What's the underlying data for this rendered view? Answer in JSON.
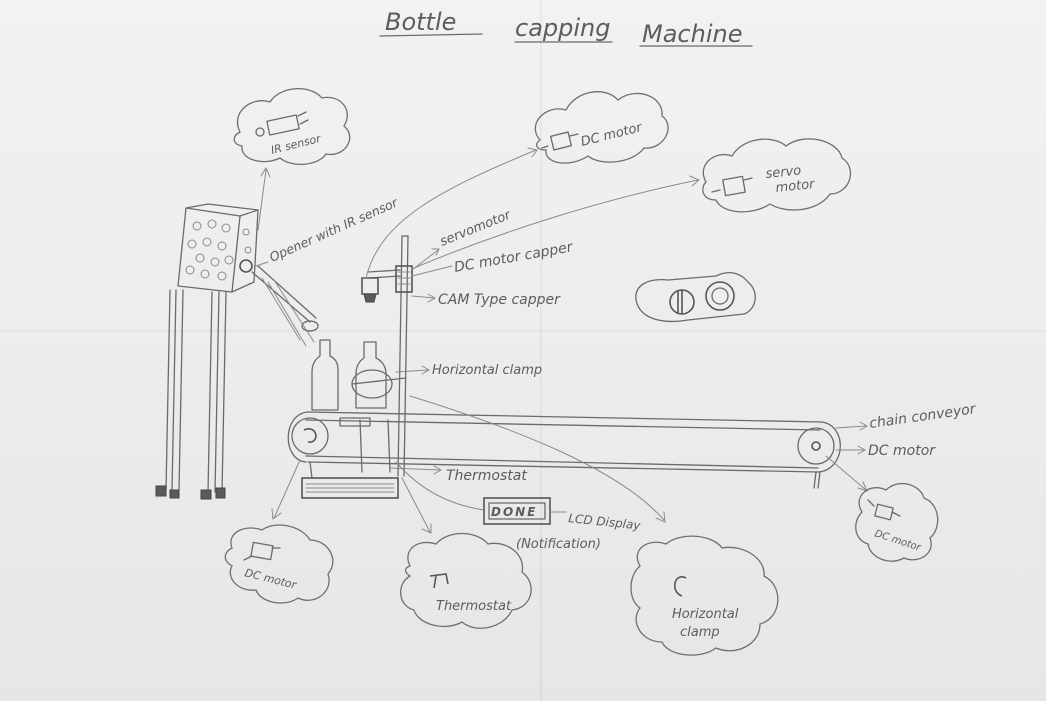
{
  "title": {
    "word1": "Bottle",
    "word2": "capping",
    "word3": "Machine"
  },
  "labels": {
    "opener": "Opener with IR sensor",
    "servomotor": "servomotor",
    "dc_motor_capper": "DC motor capper",
    "cam_capper": "CAM Type capper",
    "horizontal_clamp": "Horizontal clamp",
    "chain_conveyor": "chain conveyor",
    "dc_motor": "DC motor",
    "thermostat": "Thermostat",
    "lcd_display": "LCD Display",
    "notification": "(Notification)"
  },
  "lcd": {
    "text": "DONE"
  },
  "clouds": {
    "ir_sensor": "IR sensor",
    "dc_motor_top": "DC motor",
    "servo_line1": "servo",
    "servo_line2": "motor",
    "dc_motor_right": "DC motor",
    "dc_motor_bottom": "DC motor",
    "thermostat": "Thermostat",
    "clamp_line1": "Horizontal",
    "clamp_line2": "clamp"
  }
}
